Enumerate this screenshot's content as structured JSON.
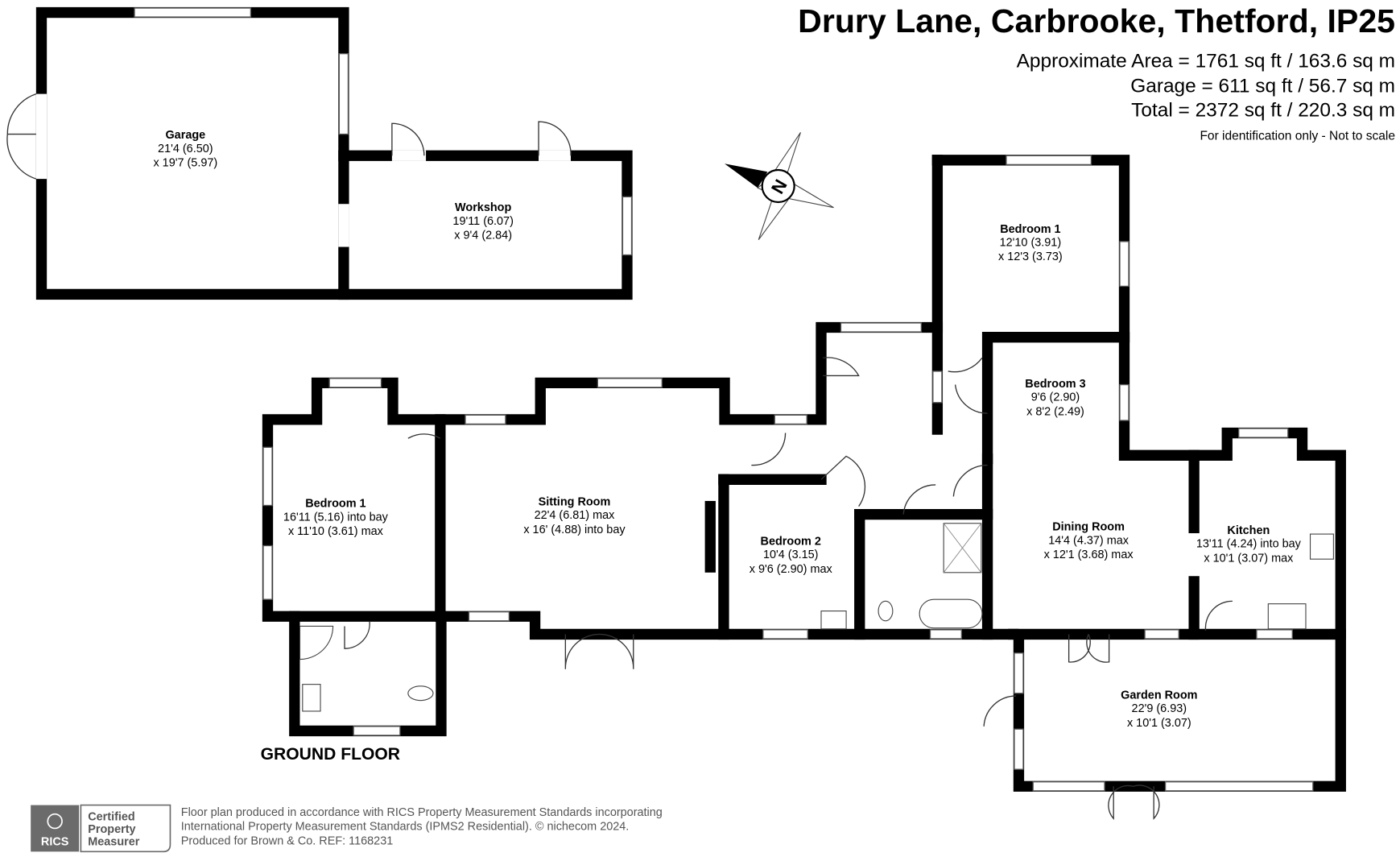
{
  "header": {
    "title": "Drury Lane, Carbrooke, Thetford, IP25",
    "areas": [
      "Approximate Area = 1761 sq ft / 163.6 sq m",
      "Garage = 611 sq ft / 56.7 sq m",
      "Total = 2372 sq ft / 220.3 sq m"
    ],
    "note": "For identification only - Not to scale"
  },
  "rooms": {
    "garage": {
      "name": "Garage",
      "d1": "21'4 (6.50)",
      "d2": "x 19'7 (5.97)"
    },
    "workshop": {
      "name": "Workshop",
      "d1": "19'11 (6.07)",
      "d2": "x 9'4 (2.84)"
    },
    "bedroom1_upper": {
      "name": "Bedroom 1",
      "d1": "12'10 (3.91)",
      "d2": "x 12'3 (3.73)"
    },
    "bedroom3": {
      "name": "Bedroom 3",
      "d1": "9'6 (2.90)",
      "d2": "x 8'2 (2.49)"
    },
    "bedroom1_left": {
      "name": "Bedroom 1",
      "d1": "16'11 (5.16) into bay",
      "d2": "x 11'10 (3.61) max"
    },
    "sitting": {
      "name": "Sitting Room",
      "d1": "22'4 (6.81) max",
      "d2": "x 16' (4.88) into bay"
    },
    "bedroom2": {
      "name": "Bedroom 2",
      "d1": "10'4 (3.15)",
      "d2": "x 9'6 (2.90) max"
    },
    "dining": {
      "name": "Dining Room",
      "d1": "14'4 (4.37) max",
      "d2": "x 12'1 (3.68) max"
    },
    "kitchen": {
      "name": "Kitchen",
      "d1": "13'11 (4.24) into bay",
      "d2": "x 10'1 (3.07) max"
    },
    "garden": {
      "name": "Garden Room",
      "d1": "22'9 (6.93)",
      "d2": "x 10'1 (3.07)"
    }
  },
  "compass": {
    "label": "N"
  },
  "floor_label": "GROUND FLOOR",
  "badge": {
    "logo": "RICS",
    "text": [
      "Certified",
      "Property",
      "Measurer"
    ]
  },
  "footer": [
    "Floor plan produced in accordance with RICS Property Measurement Standards incorporating",
    "International Property Measurement Standards (IPMS2 Residential).   © nichecom 2024.",
    "Produced for Brown & Co.   REF:  1168231"
  ]
}
